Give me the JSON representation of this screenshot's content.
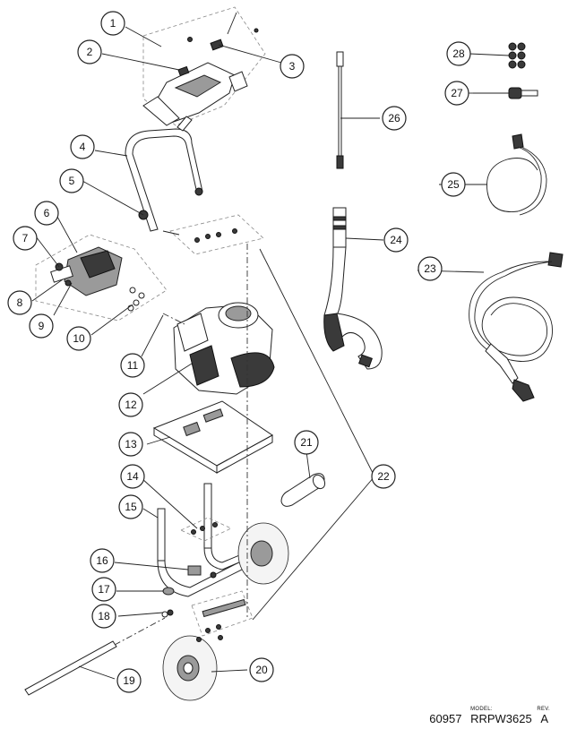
{
  "callouts": [
    {
      "id": "1",
      "label": "1"
    },
    {
      "id": "2",
      "label": "2"
    },
    {
      "id": "3",
      "label": "3"
    },
    {
      "id": "4",
      "label": "4"
    },
    {
      "id": "5",
      "label": "5"
    },
    {
      "id": "6",
      "label": "6"
    },
    {
      "id": "7",
      "label": "7"
    },
    {
      "id": "8",
      "label": "8"
    },
    {
      "id": "9",
      "label": "9"
    },
    {
      "id": "10",
      "label": "10"
    },
    {
      "id": "11",
      "label": "11"
    },
    {
      "id": "12",
      "label": "12"
    },
    {
      "id": "13",
      "label": "13"
    },
    {
      "id": "14",
      "label": "14"
    },
    {
      "id": "15",
      "label": "15"
    },
    {
      "id": "16",
      "label": "16"
    },
    {
      "id": "17",
      "label": "17"
    },
    {
      "id": "18",
      "label": "18"
    },
    {
      "id": "19",
      "label": "19"
    },
    {
      "id": "20",
      "label": "20"
    },
    {
      "id": "21",
      "label": "21"
    },
    {
      "id": "22",
      "label": "22"
    },
    {
      "id": "23",
      "label": "23"
    },
    {
      "id": "24",
      "label": "24"
    },
    {
      "id": "25",
      "label": "25"
    },
    {
      "id": "26",
      "label": "26"
    },
    {
      "id": "27",
      "label": "27"
    },
    {
      "id": "28",
      "label": "28"
    }
  ],
  "footer": {
    "part_number": "60957",
    "model_caption": "MODEL:",
    "model": "RRPW3625",
    "rev_caption": "REV.",
    "revision": "A"
  }
}
